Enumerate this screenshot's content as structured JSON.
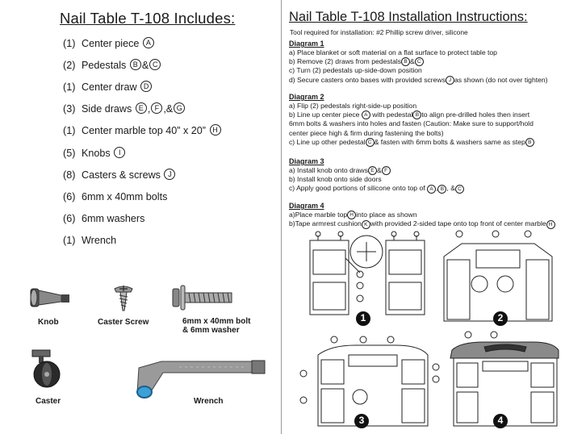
{
  "includes": {
    "title": "Nail Table T-108  Includes:",
    "items": [
      {
        "qty": "(1)",
        "text": "Center piece",
        "marks": [
          "A"
        ],
        "after": ""
      },
      {
        "qty": "(2)",
        "text": "Pedestals",
        "marks": [
          "B",
          "C"
        ],
        "joiner": "&",
        "after": ""
      },
      {
        "qty": "(1)",
        "text": "Center draw",
        "marks": [
          "D"
        ],
        "after": ""
      },
      {
        "qty": "(3)",
        "text": "Side draws",
        "marks": [
          "E",
          "F",
          "G"
        ],
        "joiner": ",",
        "after": ""
      },
      {
        "qty": "(1)",
        "text": "Center marble top 40” x 20”",
        "marks": [
          "H"
        ],
        "after": ""
      },
      {
        "qty": "(5)",
        "text": "Knobs",
        "marks": [
          "I"
        ],
        "after": ""
      },
      {
        "qty": "(8)",
        "text": "Casters & screws",
        "marks": [
          "J"
        ],
        "after": ""
      },
      {
        "qty": "(6)",
        "text": "6mm x 40mm bolts",
        "marks": [],
        "after": ""
      },
      {
        "qty": "(6)",
        "text": "6mm washers",
        "marks": [],
        "after": ""
      },
      {
        "qty": "(1)",
        "text": "Wrench",
        "marks": [],
        "after": ""
      }
    ],
    "parts": {
      "knob": "Knob",
      "caster_screw": "Caster Screw",
      "bolt_line1": "6mm x 40mm bolt",
      "bolt_line2": "& 6mm washer",
      "caster": "Caster",
      "wrench": "Wrench"
    }
  },
  "instructions": {
    "title": "Nail Table T-108 Installation Instructions:",
    "tools": "Tool required for installation:  #2 Phillip screw driver, silicone",
    "diagram1": {
      "heading": "Diagram 1",
      "a": "a) Place blanket or soft material on a flat surface to protect table top",
      "b_pre": "b) Remove (2) draws from pedestals",
      "c": "c) Turn (2) pedestals up-side-down position",
      "d_pre": "d) Secure casters onto bases with provided screws",
      "d_post": "as shown (do not over tighten)"
    },
    "diagram2": {
      "heading": "Diagram 2",
      "a": "a) Flip (2) pedestals right-side-up position",
      "b_pre": "b) Line up center piece",
      "b_mid": " with pedestal",
      "b_post": "to align pre-drilled holes then insert",
      "b_line2": "6mm bolts & washers into holes and fasten (Caution: Make sure to support/hold",
      "b_line3": "center piece high & firm during fastening the bolts)",
      "c_pre": "c) Line up other pedestal",
      "c_post": "& fasten with 6mm bolts & washers same as step"
    },
    "diagram3": {
      "heading": "Diagram 3",
      "a_pre": "a) Install knob onto draws",
      "b": "b) Install knob onto side doors",
      "c_pre": "c) Apply good portions of silicone onto top of"
    },
    "diagram4": {
      "heading": "Diagram 4",
      "a_pre": "a)Place marble top",
      "a_post": "into place as shown",
      "b_pre": "b)Tape armrest cushion",
      "b_post": "with provided 2-sided tape onto top front of center marble"
    },
    "numbers": [
      "1",
      "2",
      "3",
      "4"
    ],
    "colors": {
      "ink": "#1a1a1a",
      "marble": "#8a8a8a",
      "wrench_tip": "#3aa0d8"
    }
  }
}
